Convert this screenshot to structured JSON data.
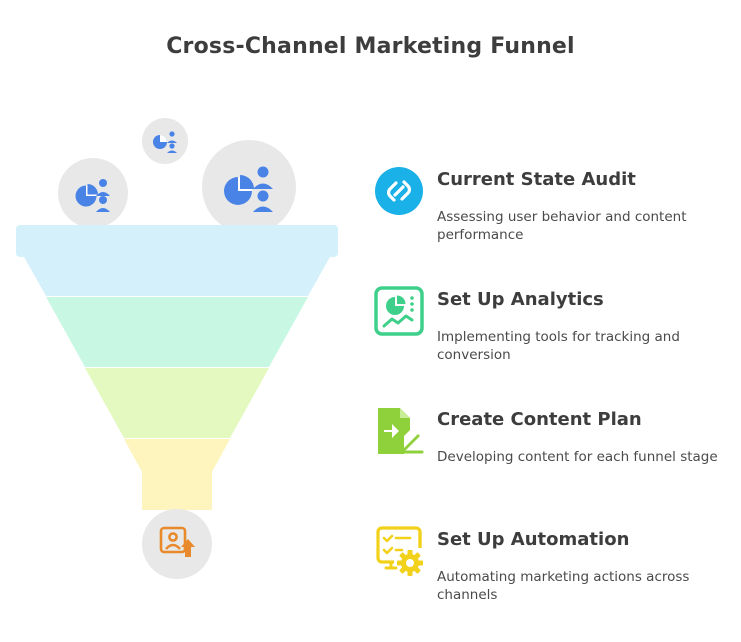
{
  "title": "Cross-Channel Marketing Funnel",
  "colors": {
    "stage1": "#d4f1fb",
    "stage2": "#c8f8e4",
    "stage3": "#e4f9c0",
    "stage4": "#fdf5bd",
    "circle": "#e8e8e8",
    "icon_blue": "#4a83e6",
    "icon_orange": "#e88a2b",
    "step1": "#1ab0e8",
    "step2": "#3ed08a",
    "step3": "#8fd13a",
    "step4": "#f2d11a"
  },
  "steps": [
    {
      "heading": "Current State Audit",
      "description": "Assessing user behavior and content performance",
      "icon": "link-icon"
    },
    {
      "heading": "Set Up Analytics",
      "description": "Implementing tools for tracking and conversion",
      "icon": "analytics-chart-icon"
    },
    {
      "heading": "Create Content Plan",
      "description": "Developing content for each funnel stage",
      "icon": "document-edit-icon"
    },
    {
      "heading": "Set Up Automation",
      "description": "Automating marketing actions across channels",
      "icon": "automation-gear-icon"
    }
  ]
}
